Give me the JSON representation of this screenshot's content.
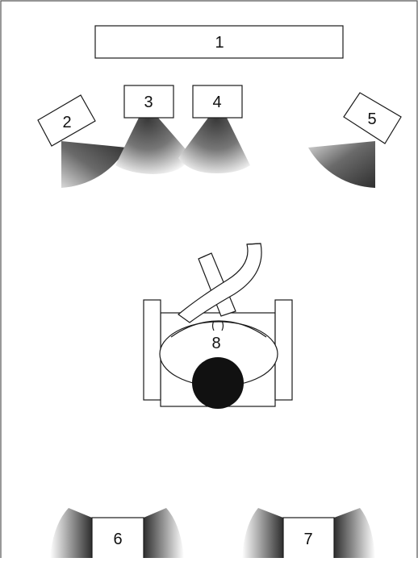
{
  "diagram": {
    "labels": {
      "screen": "1",
      "speaker_left_outer": "2",
      "speaker_left_inner": "3",
      "speaker_right_inner": "4",
      "speaker_right_outer": "5",
      "speaker_rear_left": "6",
      "speaker_rear_right": "7",
      "listener": "8"
    },
    "colors": {
      "line": "#1a1a1a",
      "room_border": "#555555",
      "head": "#111111",
      "sound_dark": "#3a3a3a",
      "sound_light": "#ffffff"
    }
  }
}
